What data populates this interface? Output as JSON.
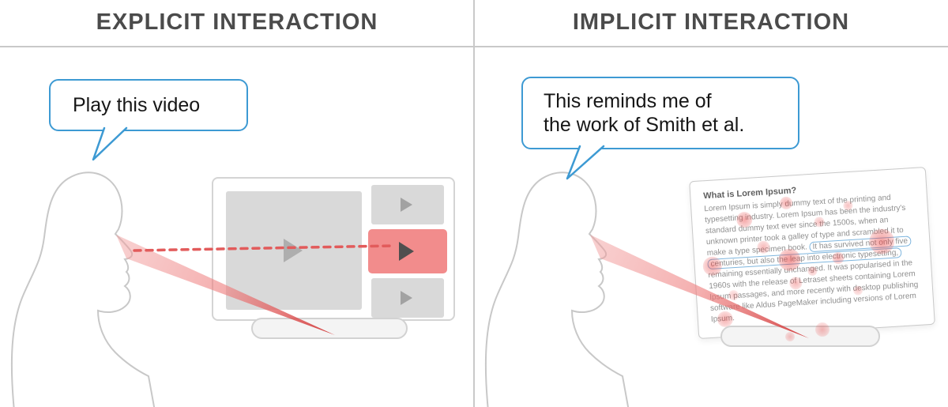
{
  "figure": {
    "left_panel": {
      "title": "EXPLICIT INTERACTION",
      "speech_bubble": "Play this video"
    },
    "right_panel": {
      "title": "IMPLICIT INTERACTION",
      "speech_bubble": "This reminds me of\nthe work of Smith et al.",
      "document": {
        "heading": "What is Lorem Ipsum?",
        "body_before": "Lorem Ipsum is simply dummy text of the printing and typesetting industry. Lorem Ipsum has been the industry's standard dummy text ever since the 1500s, when an unknown printer took a galley of type and scrambled it to make a type specimen book. ",
        "body_highlight": "It has survived not only five centuries, but also the leap into electronic typesetting,",
        "body_after": " remaining essentially unchanged. It was popularised in the 1960s with the release of Letraset sheets containing Lorem Ipsum passages, and more recently with desktop publishing software like Aldus PageMaker including versions of Lorem Ipsum."
      }
    },
    "colors": {
      "accent_red": "#e65c5c",
      "bubble_blue": "#3d9ad3",
      "highlight_blue": "#7fb6de",
      "title_gray": "#4b4b4b"
    }
  }
}
